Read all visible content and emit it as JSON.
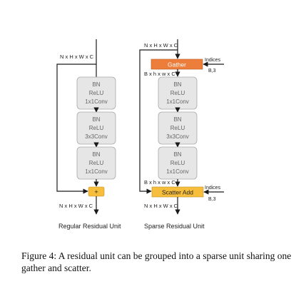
{
  "left": {
    "input_label": "N x H x W x C",
    "output_label": "N x H x W x C",
    "blocks": [
      [
        "BN",
        "ReLU",
        "1x1Conv"
      ],
      [
        "BN",
        "ReLU",
        "3x3Conv"
      ],
      [
        "BN",
        "ReLU",
        "1x1Conv"
      ]
    ],
    "add_symbol": "+",
    "title": "Regular Residual Unit"
  },
  "right": {
    "input_label": "N x H x W x C",
    "gather_label": "Gather",
    "gather_side_label": "Indices",
    "gather_side_sub": "B,3",
    "after_gather_label": "B x h x w x C",
    "blocks": [
      [
        "BN",
        "ReLU",
        "1x1Conv"
      ],
      [
        "BN",
        "ReLU",
        "3x3Conv"
      ],
      [
        "BN",
        "ReLU",
        "1x1Conv"
      ]
    ],
    "before_scatter_label": "B x h x w x C",
    "scatter_label": "Scatter Add",
    "scatter_side_label": "Indices",
    "scatter_side_sub": "B,3",
    "output_label": "N x H x W x C",
    "title": "Sparse Residual Unit"
  },
  "caption": "Figure 4: A residual unit can be grouped into a sparse unit sharing one gather and scatter.",
  "colors": {
    "block_fill": "#e6e6e6",
    "block_stroke": "#a8a8a8",
    "block_text": "#666666",
    "gather_fill": "#ed7d3a",
    "scatter_fill": "#f7be3d",
    "add_fill": "#f7be3d",
    "line": "#1a1a1a"
  }
}
